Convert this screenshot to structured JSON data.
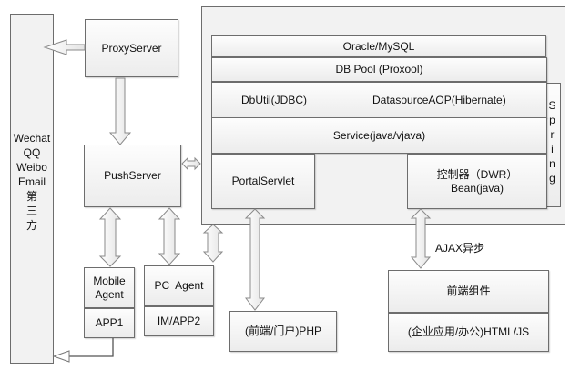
{
  "third_party": {
    "services": [
      "Wechat",
      "QQ",
      "Weibo",
      "Email"
    ],
    "label_chars": [
      "第",
      "三",
      "方"
    ]
  },
  "proxy_server": "ProxyServer",
  "push_server": "PushServer",
  "mobile_agent": {
    "title_line1": "Mobile",
    "title_line2": "Agent",
    "app": "APP1"
  },
  "pc_agent": {
    "title": "PC  Agent",
    "app": "IM/APP2"
  },
  "server_stack": {
    "database": "Oracle/MySQL",
    "db_pool": "DB Pool (Proxool)",
    "dbutil": "DbUtil(JDBC)",
    "datasource": "DatasourceAOP(Hibernate)",
    "service": "Service(java/vjava)",
    "portal_servlet": "PortalServlet",
    "controller_line1": "控制器（DWR）",
    "controller_line2": "Bean(java)",
    "spring_chars": [
      "S",
      "p",
      "r",
      "i",
      "n",
      "g"
    ]
  },
  "php_frontend": "(前端/门户)PHP",
  "ajax_label": "AJAX异步",
  "frontend_component": {
    "title": "前端组件",
    "sub": "(企业应用/办公)HTML/JS"
  }
}
